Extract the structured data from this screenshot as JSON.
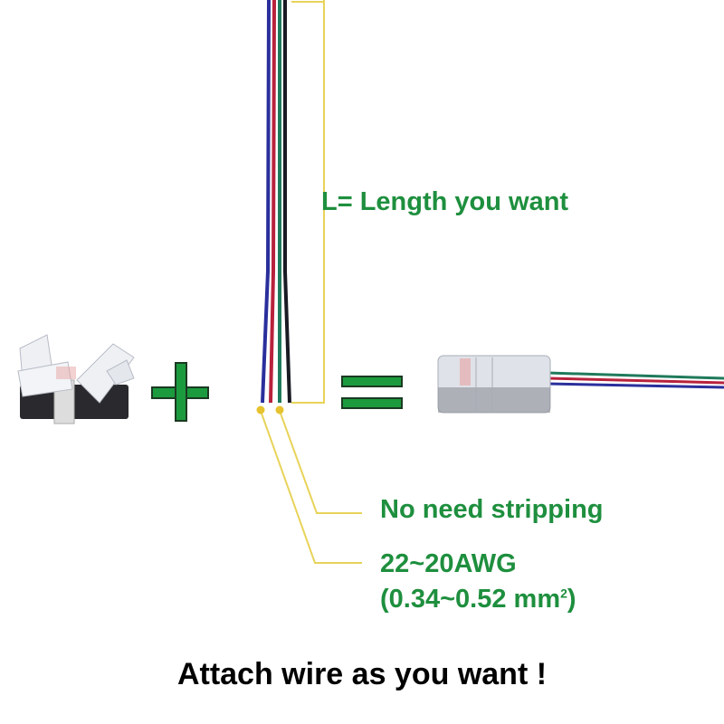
{
  "labels": {
    "length": "L= Length you want",
    "stripping": "No need stripping",
    "gauge": "22~20AWG",
    "area_prefix": "(0.34~0.52 mm",
    "area_sup": "2",
    "area_suffix": ")"
  },
  "caption": "Attach wire as you want !",
  "colors": {
    "label_green": "#1e8f3e",
    "symbol_green": "#1c9a3e",
    "leader_yellow": "#e8d35a",
    "wire_blue": "#2a2f9c",
    "wire_red": "#b8223c",
    "wire_green": "#1f7a5c",
    "wire_black": "#1a1a24"
  }
}
